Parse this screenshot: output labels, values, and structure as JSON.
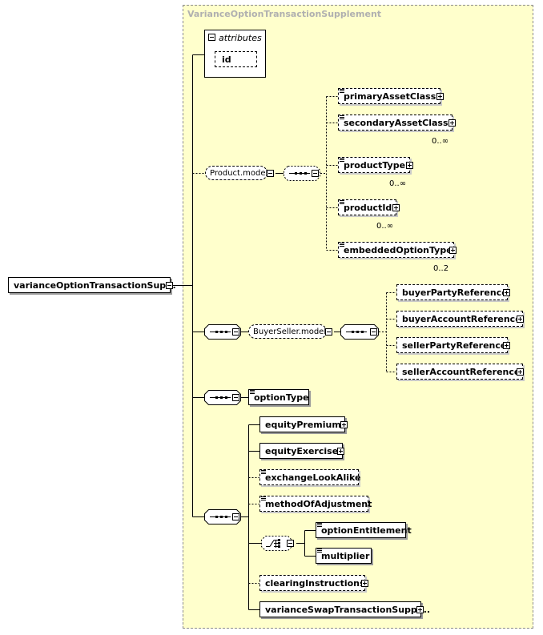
{
  "diagram": {
    "type_name": "VarianceOptionTransactionSupplement",
    "root_element": "varianceOptionTransactionSup...",
    "attributes": {
      "header": "attributes",
      "items": [
        "id"
      ]
    },
    "product_group": {
      "name": "Product.model",
      "children": [
        {
          "label": "primaryAssetClass",
          "card": ""
        },
        {
          "label": "secondaryAssetClass",
          "card": "0..∞"
        },
        {
          "label": "productType",
          "card": "0..∞"
        },
        {
          "label": "productId",
          "card": "0..∞"
        },
        {
          "label": "embeddedOptionType",
          "card": "0..2"
        }
      ]
    },
    "buyer_seller_group": {
      "name": "BuyerSeller.model",
      "children": [
        {
          "label": "buyerPartyReference"
        },
        {
          "label": "buyerAccountReference"
        },
        {
          "label": "sellerPartyReference"
        },
        {
          "label": "sellerAccountReference"
        }
      ]
    },
    "option_type": "optionType",
    "fourth_sequence": {
      "equity_premium": "equityPremium",
      "equity_exercise": "equityExercise",
      "exchange_look_alike": "exchangeLookAlike",
      "method_of_adjustment": "methodOfAdjustment",
      "option_entitlement": "optionEntitlement",
      "multiplier": "multiplier",
      "clearing_instructions": "clearingInstructions",
      "variance_swap": "varianceSwapTransactionSuppl..."
    }
  }
}
